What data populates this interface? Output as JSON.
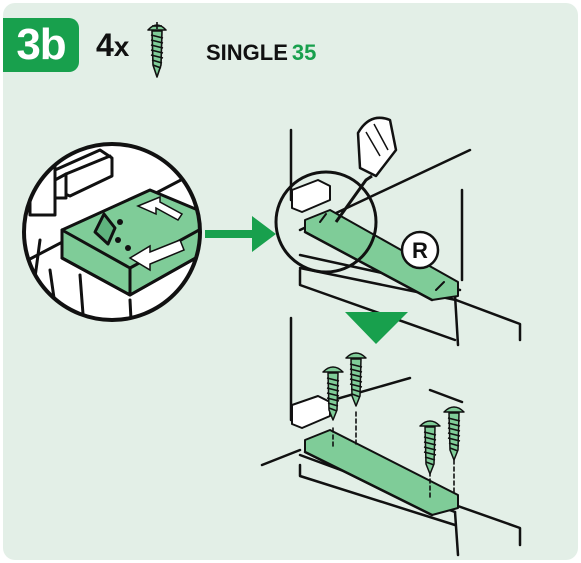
{
  "colors": {
    "background": "#e3efe7",
    "accent": "#18a04d",
    "part_fill": "#7fcc98",
    "ink": "#111111"
  },
  "header": {
    "step": "3b",
    "quantity": "4",
    "multiplier": "x",
    "product_name": "SINGLE",
    "product_number": "35"
  },
  "diagram": {
    "side_marker": "R",
    "icons": [
      "screw-icon",
      "screwdriver-icon",
      "arrow-right-icon",
      "arrow-down-icon",
      "slide-arrow-icon"
    ]
  }
}
